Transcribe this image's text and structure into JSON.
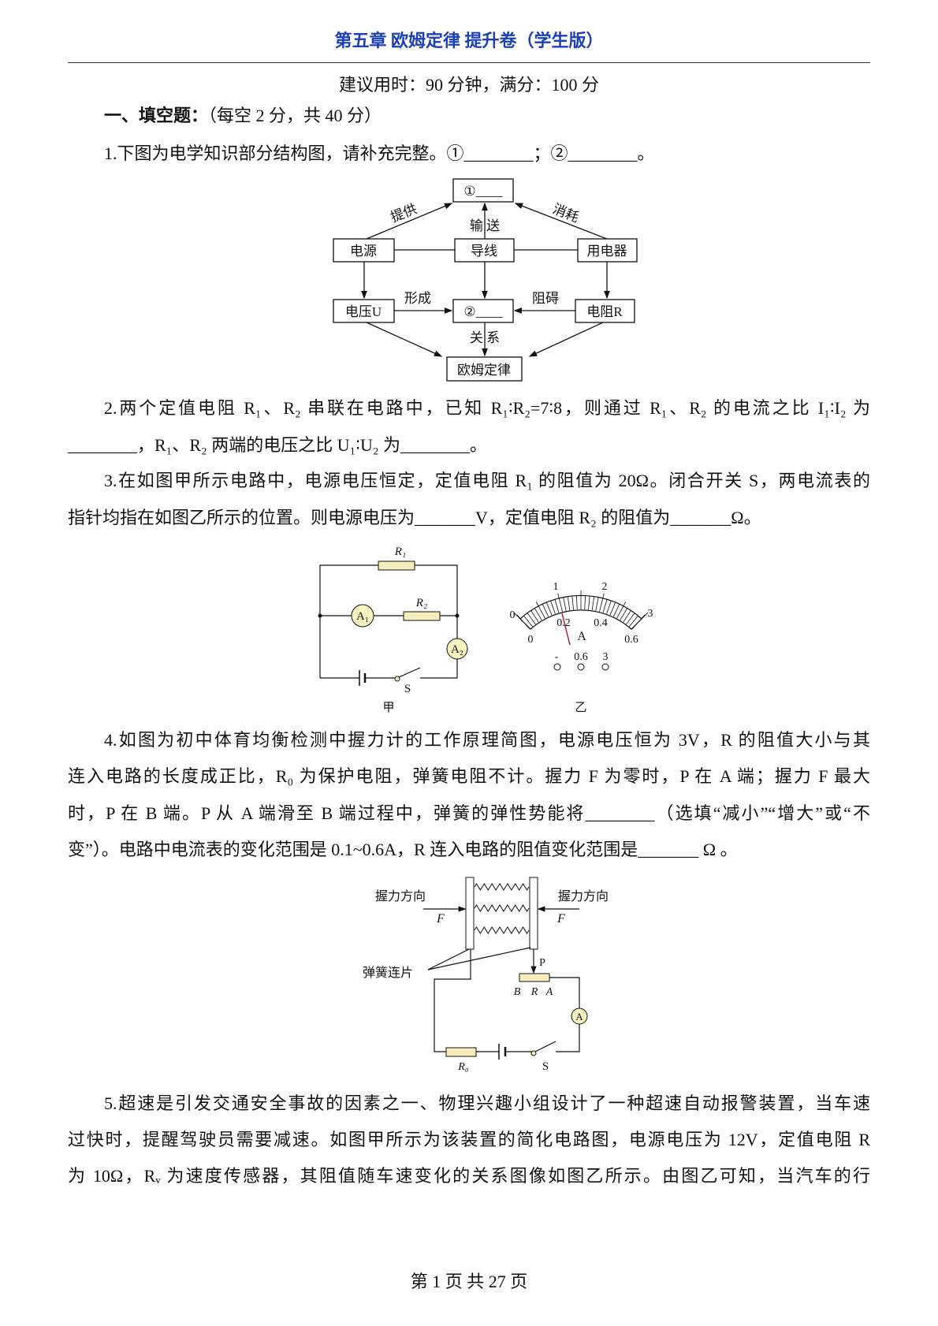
{
  "header": {
    "title": "第五章 欧姆定律 提升卷（学生版）"
  },
  "exam_info": "建议用时：90 分钟，满分：100 分",
  "section": {
    "heading": "一、填空题：",
    "note": "（每空 2 分，共 40 分）"
  },
  "q1": {
    "lines": [
      "1.下图为电学知识部分结构图，请补充完整。①________；②________。"
    ],
    "diagram": {
      "box_top": "①____",
      "box_source": "电源",
      "box_wire": "导线",
      "box_appliance": "用电器",
      "box_voltage": "电压U",
      "box_middle": "②____",
      "box_resistance": "电阻R",
      "box_law": "欧姆定律",
      "label_provide": "提供",
      "label_consume": "消耗",
      "label_transmit": "输 送",
      "label_form": "形成",
      "label_hinder": "阻碍",
      "label_relation": "关 系"
    }
  },
  "q2": {
    "lines": [
      "2.两个定值电阻 R₁、R₂ 串联在电路中，已知 R₁∶R₂=7∶8，则通过 R₁、R₂ 的电流之比 I₁∶I₂ 为",
      "________，R₁、R₂ 两端的电压之比 U₁∶U₂ 为________。"
    ]
  },
  "q3": {
    "lines": [
      "3.在如图甲所示电路中，电源电压恒定，定值电阻 R₁ 的阻值为 20Ω。闭合开关 S，两电流表的",
      "指针均指在如图乙所示的位置。则电源电压为_______V，定值电阻 R₂ 的阻值为_______Ω。"
    ],
    "figure": {
      "r1": "R₁",
      "r2": "R₂",
      "a1": "A₁",
      "a2": "A₂",
      "switch": "S",
      "caption_left": "甲",
      "meter_outer": [
        "0",
        "1",
        "2",
        "3"
      ],
      "meter_inner": [
        "0",
        "0.2",
        "0.4",
        "0.6"
      ],
      "meter_unit": "A",
      "terminals": [
        "-",
        "0.6",
        "3"
      ],
      "caption_right": "乙"
    }
  },
  "q4": {
    "lines": [
      "4.如图为初中体育均衡检测中握力计的工作原理简图，电源电压恒为 3V，R 的阻值大小与其",
      "连入电路的长度成正比，R₀ 为保护电阻，弹簧电阻不计。握力 F 为零时，P 在 A 端；握力 F 最大",
      "时，P 在 B 端。P 从 A 端滑至 B 端过程中，弹簧的弹性势能将________（选填“减小”“增大”或“不",
      "变”）。电路中电流表的变化范围是 0.1~0.6A，R 连入电路的阻值变化范围是_______ Ω 。"
    ],
    "figure": {
      "force_dir": "握力方向",
      "force": "F",
      "plates": "弹簧连片",
      "slider": "P",
      "end_b": "B",
      "resistor": "R",
      "end_a": "A",
      "ammeter": "A",
      "r0": "R₀",
      "switch": "S"
    }
  },
  "q5": {
    "lines": [
      "5.超速是引发交通安全事故的因素之一、物理兴趣小组设计了一种超速自动报警装置，当车速",
      "过快时，提醒驾驶员需要减速。如图甲所示为该装置的简化电路图，电源电压为 12V，定值电阻 R",
      "为 10Ω，Rᵥ 为速度传感器，其阻值随车速变化的关系图像如图乙所示。由图乙可知，当汽车的行"
    ]
  },
  "footer": "第 1 页 共 27 页",
  "colors": {
    "title": "#1b3fb8",
    "resistor": "#f5eebc",
    "needle": "#b02030"
  }
}
